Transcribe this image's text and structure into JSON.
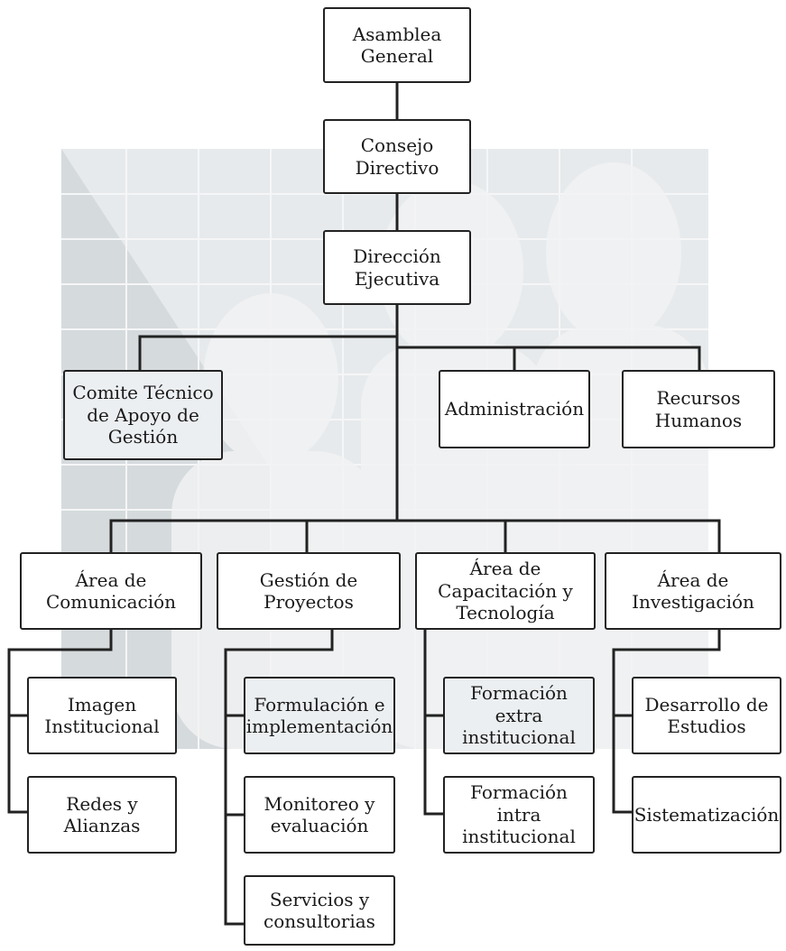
{
  "colors": {
    "line": "#222222",
    "box_border": "#222222",
    "background_shape": "#dde1e4",
    "shaded_box": "#eceff1"
  },
  "nodes": {
    "asamblea": "Asamblea\nGeneral",
    "consejo": "Consejo\nDirectivo",
    "direccion": "Dirección\nEjecutiva",
    "comite": "Comite Técnico\nde Apoyo de\nGestión",
    "administracion": "Administración",
    "recursos": "Recursos\nHumanos",
    "area_comunicacion": "Área de\nComunicación",
    "gestion_proyectos": "Gestión de\nProyectos",
    "area_capacitacion": "Área de\nCapacitación y\nTecnología",
    "area_investigacion": "Área de\nInvestigación",
    "imagen": "Imagen\nInstitucional",
    "redes": "Redes y\nAlianzas",
    "formulacion": "Formulación e\nimplementación",
    "monitoreo": "Monitoreo y\nevaluación",
    "servicios": "Servicios y\nconsultorias",
    "formacion_extra": "Formación\nextra\ninstitucional",
    "formacion_intra": "Formación\nintra\ninstitucional",
    "desarrollo": "Desarrollo de\nEstudios",
    "sistematizacion": "Sistematización"
  }
}
